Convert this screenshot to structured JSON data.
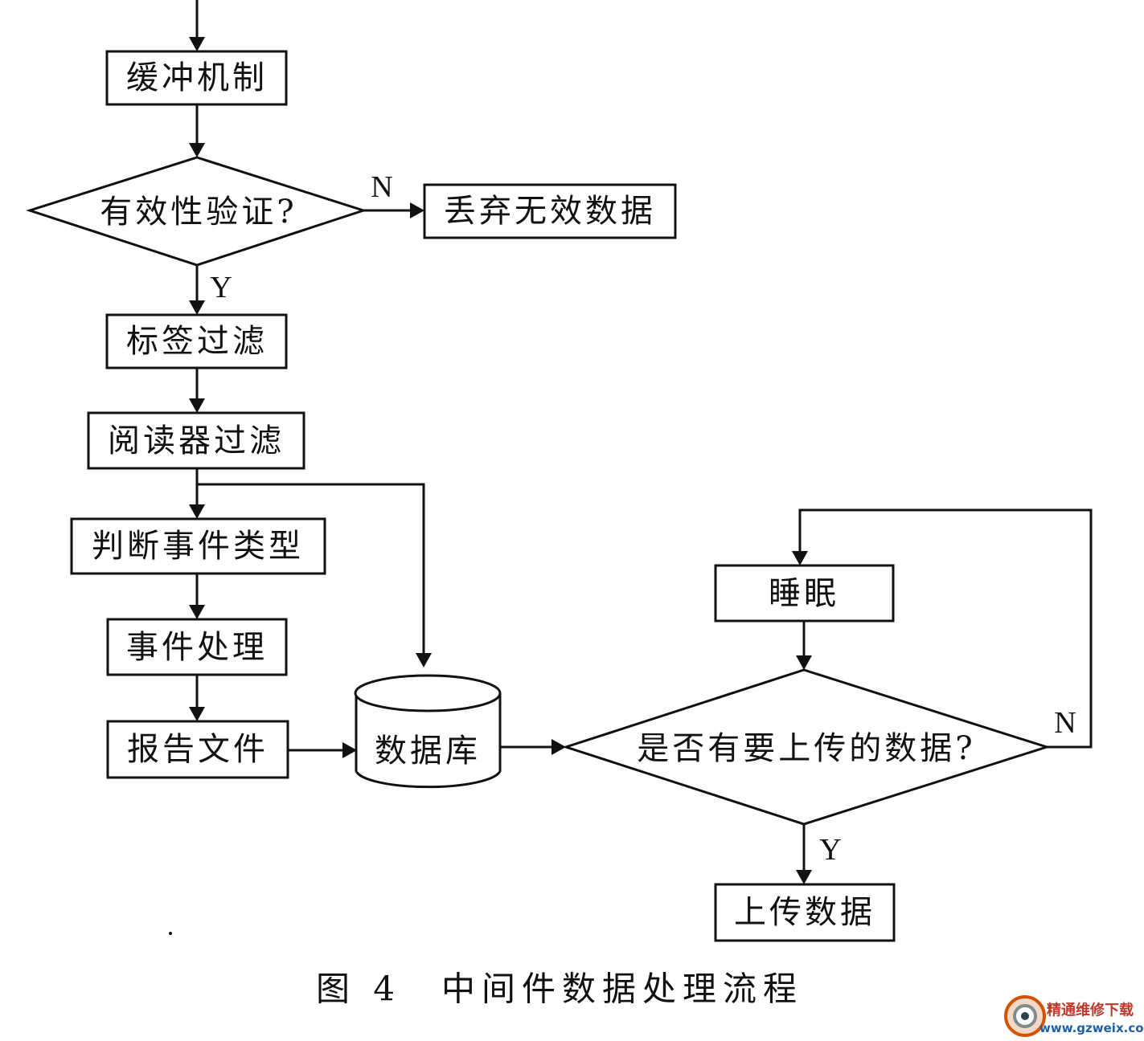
{
  "flowchart": {
    "nodes": {
      "buffer": "缓冲机制",
      "validity_check": "有效性验证?",
      "discard": "丢弃无效数据",
      "tag_filter": "标签过滤",
      "reader_filter": "阅读器过滤",
      "event_type": "判断事件类型",
      "event_process": "事件处理",
      "report_file": "报告文件",
      "database": "数据库",
      "sleep": "睡眠",
      "upload_check": "是否有要上传的数据?",
      "upload": "上传数据"
    },
    "branch_labels": {
      "validity_no": "N",
      "validity_yes": "Y",
      "upload_no": "N",
      "upload_yes": "Y"
    }
  },
  "caption": "图 4　中间件数据处理流程",
  "watermark": {
    "text": "精通维修下载",
    "url": "www.gzweix.com"
  }
}
